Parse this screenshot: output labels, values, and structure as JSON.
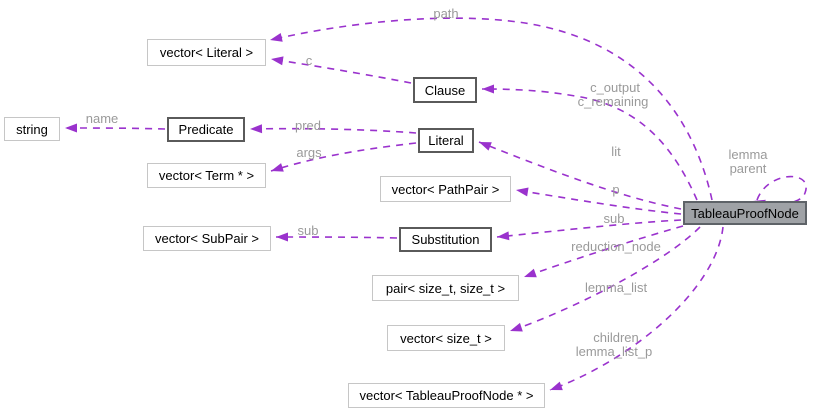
{
  "diagram": {
    "type": "doxygen-collaboration-graph",
    "background_color": "#ffffff",
    "edge_color": "#9a32cd",
    "edge_label_color": "#9a9a9a",
    "main_node_fill": "#9fa2a6",
    "node_fill": "#ffffff",
    "class_border_color": "#5a5a5a",
    "template_border_color": "#c6c6c6"
  },
  "nodes": {
    "main": {
      "label": "TableauProofNode"
    },
    "string": {
      "label": "string"
    },
    "predicate": {
      "label": "Predicate"
    },
    "vector_literal": {
      "label": "vector< Literal >"
    },
    "vector_term": {
      "label": "vector< Term * >"
    },
    "vector_subpair": {
      "label": "vector< SubPair >"
    },
    "clause": {
      "label": "Clause"
    },
    "literal": {
      "label": "Literal"
    },
    "vector_pathpair": {
      "label": "vector< PathPair >"
    },
    "substitution": {
      "label": "Substitution"
    },
    "pair_size_t": {
      "label": "pair< size_t, size_t >"
    },
    "vector_size_t": {
      "label": "vector< size_t >"
    },
    "vector_tpn": {
      "label": "vector< TableauProofNode * >"
    }
  },
  "edge_labels": {
    "path": "path",
    "c": "c",
    "c_output": "c_output",
    "c_remaining": "c_remaining",
    "lit": "lit",
    "pred": "pred",
    "name": "name",
    "args": "args",
    "p": "p",
    "sub_node": "sub",
    "sub_substitution": "sub",
    "reduction_node": "reduction_node",
    "lemma_list": "lemma_list",
    "children": "children",
    "lemma_list_p": "lemma_list_p",
    "lemma": "lemma",
    "parent": "parent"
  }
}
